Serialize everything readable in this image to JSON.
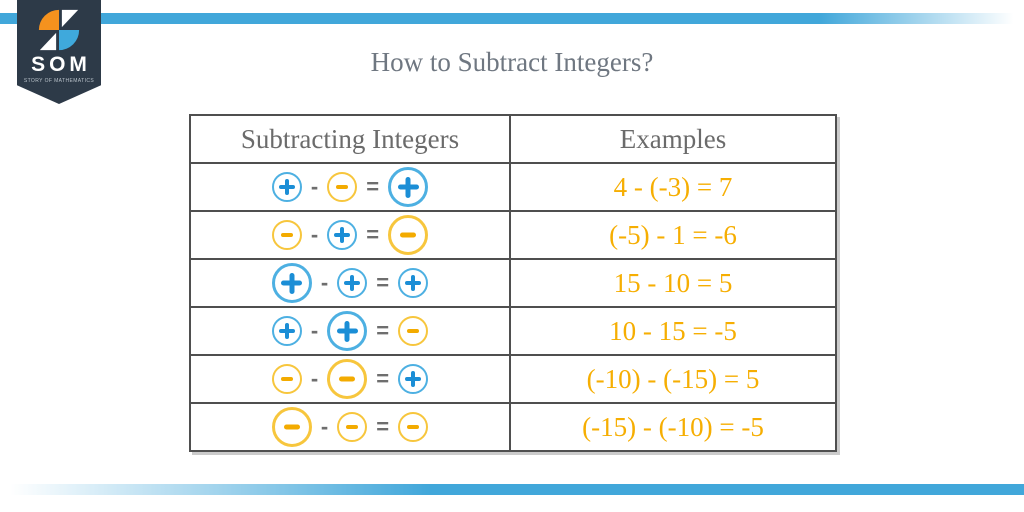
{
  "page": {
    "title": "How to Subtract Integers?"
  },
  "logo": {
    "text": "SOM",
    "subtext": "STORY OF MATHEMATICS"
  },
  "table": {
    "headers": [
      "Subtracting Integers",
      "Examples"
    ],
    "operator_minus": "-",
    "operator_equals": "=",
    "rows": [
      {
        "first": {
          "sign": "plus",
          "size": "small"
        },
        "second": {
          "sign": "minus",
          "size": "small"
        },
        "result": {
          "sign": "plus",
          "size": "large"
        },
        "example": "4 - (-3) = 7"
      },
      {
        "first": {
          "sign": "minus",
          "size": "small"
        },
        "second": {
          "sign": "plus",
          "size": "small"
        },
        "result": {
          "sign": "minus",
          "size": "large"
        },
        "example": "(-5) - 1 = -6"
      },
      {
        "first": {
          "sign": "plus",
          "size": "large"
        },
        "second": {
          "sign": "plus",
          "size": "small"
        },
        "result": {
          "sign": "plus",
          "size": "small"
        },
        "example": "15 - 10 = 5"
      },
      {
        "first": {
          "sign": "plus",
          "size": "small"
        },
        "second": {
          "sign": "plus",
          "size": "large"
        },
        "result": {
          "sign": "minus",
          "size": "small"
        },
        "example": "10 - 15 = -5"
      },
      {
        "first": {
          "sign": "minus",
          "size": "small"
        },
        "second": {
          "sign": "minus",
          "size": "large"
        },
        "result": {
          "sign": "plus",
          "size": "small"
        },
        "example": "(-10) - (-15) = 5"
      },
      {
        "first": {
          "sign": "minus",
          "size": "large"
        },
        "second": {
          "sign": "minus",
          "size": "small"
        },
        "result": {
          "sign": "minus",
          "size": "small"
        },
        "example": "(-15) - (-10) = -5"
      }
    ]
  },
  "colors": {
    "accent_blue": "#41a7da",
    "circle_blue_border": "#4db0e2",
    "plus_blue": "#1b8ed6",
    "circle_yellow_border": "#f7c63d",
    "minus_amber": "#f3ab00",
    "example_text": "#f6ae02",
    "header_text": "#6b6b6b",
    "title_text": "#6f7781",
    "operator_gray": "#6e6e6e",
    "table_border": "#4f4f4f",
    "logo_navy": "#2d3a48",
    "logo_orange": "#f5921e",
    "logo_blue": "#3fa9dc"
  }
}
